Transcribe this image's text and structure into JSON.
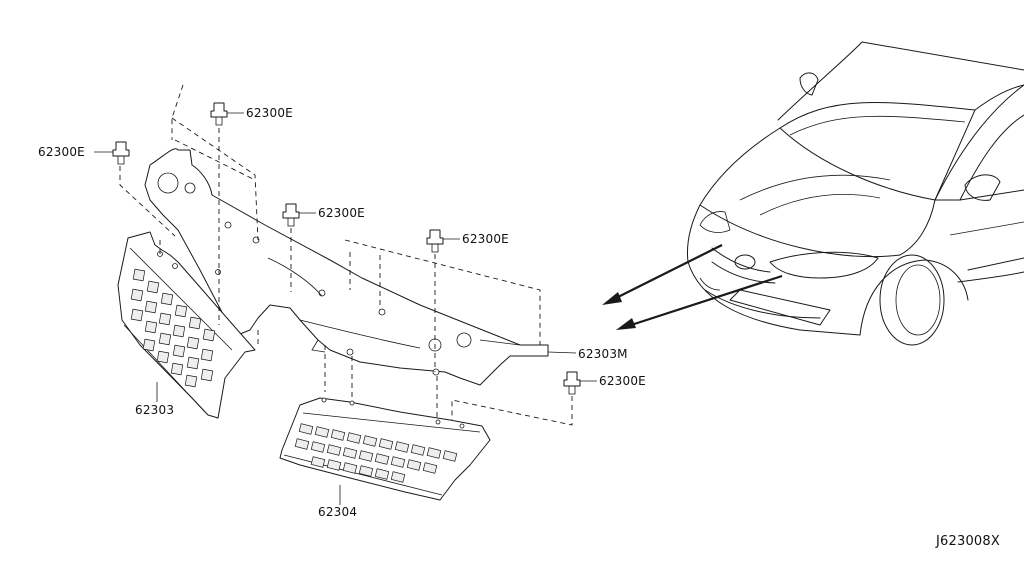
{
  "callouts": {
    "clip_left": "62300E",
    "clip_top": "62300E",
    "clip_middle": "62300E",
    "clip_center": "62300E",
    "clip_right": "62300E",
    "bracket": "62303M",
    "upper_grille": "62303",
    "lower_grille": "62304"
  },
  "diagram_code": "J623008X"
}
